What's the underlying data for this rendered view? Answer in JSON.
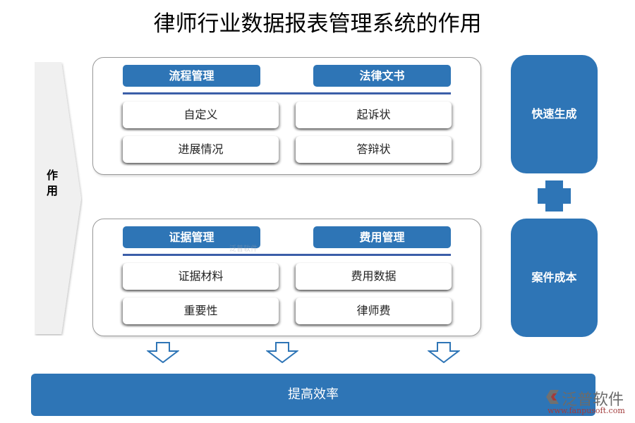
{
  "title": "律师行业数据报表管理系统的作用",
  "left_label": "作用",
  "colors": {
    "primary_blue": "#2e75b6",
    "divider_blue": "#3b5ea8",
    "chevron_gray": "#f0f0f0"
  },
  "panels": [
    {
      "groups": [
        {
          "header": "流程管理",
          "items": [
            "自定义",
            "进展情况"
          ]
        },
        {
          "header": "法律文书",
          "items": [
            "起诉状",
            "答辩状"
          ]
        }
      ]
    },
    {
      "groups": [
        {
          "header": "证据管理",
          "items": [
            "证据材料",
            "重要性"
          ]
        },
        {
          "header": "费用管理",
          "items": [
            "费用数据",
            "律师费"
          ]
        }
      ]
    }
  ],
  "side_boxes": [
    "快速生成",
    "案件成本"
  ],
  "plus_icon": "plus-icon",
  "arrow_icon": "down-arrow-icon",
  "result": "提高效率",
  "watermark": {
    "brand": "泛普软件",
    "url": "www.fanpusoft.com"
  }
}
